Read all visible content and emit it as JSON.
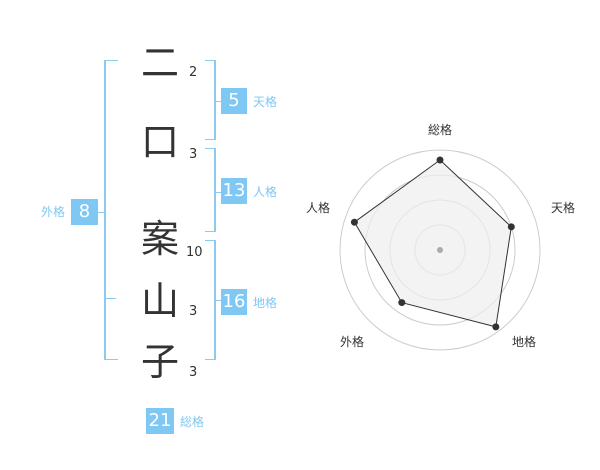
{
  "name_chars": [
    {
      "char": "二",
      "strokes": "2"
    },
    {
      "char": "口",
      "strokes": "3"
    },
    {
      "char": "案",
      "strokes": "10"
    },
    {
      "char": "山",
      "strokes": "3"
    },
    {
      "char": "子",
      "strokes": "3"
    }
  ],
  "fortunes": {
    "tenkaku": {
      "value": "5",
      "label": "天格"
    },
    "jinkaku": {
      "value": "13",
      "label": "人格"
    },
    "chikaku": {
      "value": "16",
      "label": "地格"
    },
    "gaikaku": {
      "value": "8",
      "label": "外格"
    },
    "soukaku": {
      "value": "21",
      "label": "総格"
    }
  },
  "chart_data": {
    "type": "radar",
    "axes": [
      "総格",
      "天格",
      "地格",
      "外格",
      "人格"
    ],
    "values": [
      0.9,
      0.75,
      0.95,
      0.65,
      0.9
    ],
    "rings": 4,
    "colors": {
      "fill": "#eeeeee",
      "line": "#333333",
      "grid": "#cccccc",
      "point": "#333333",
      "center": "#aaaaaa"
    }
  },
  "colors": {
    "accent": "#7fc8f3",
    "bracket": "#8ec9ef"
  }
}
